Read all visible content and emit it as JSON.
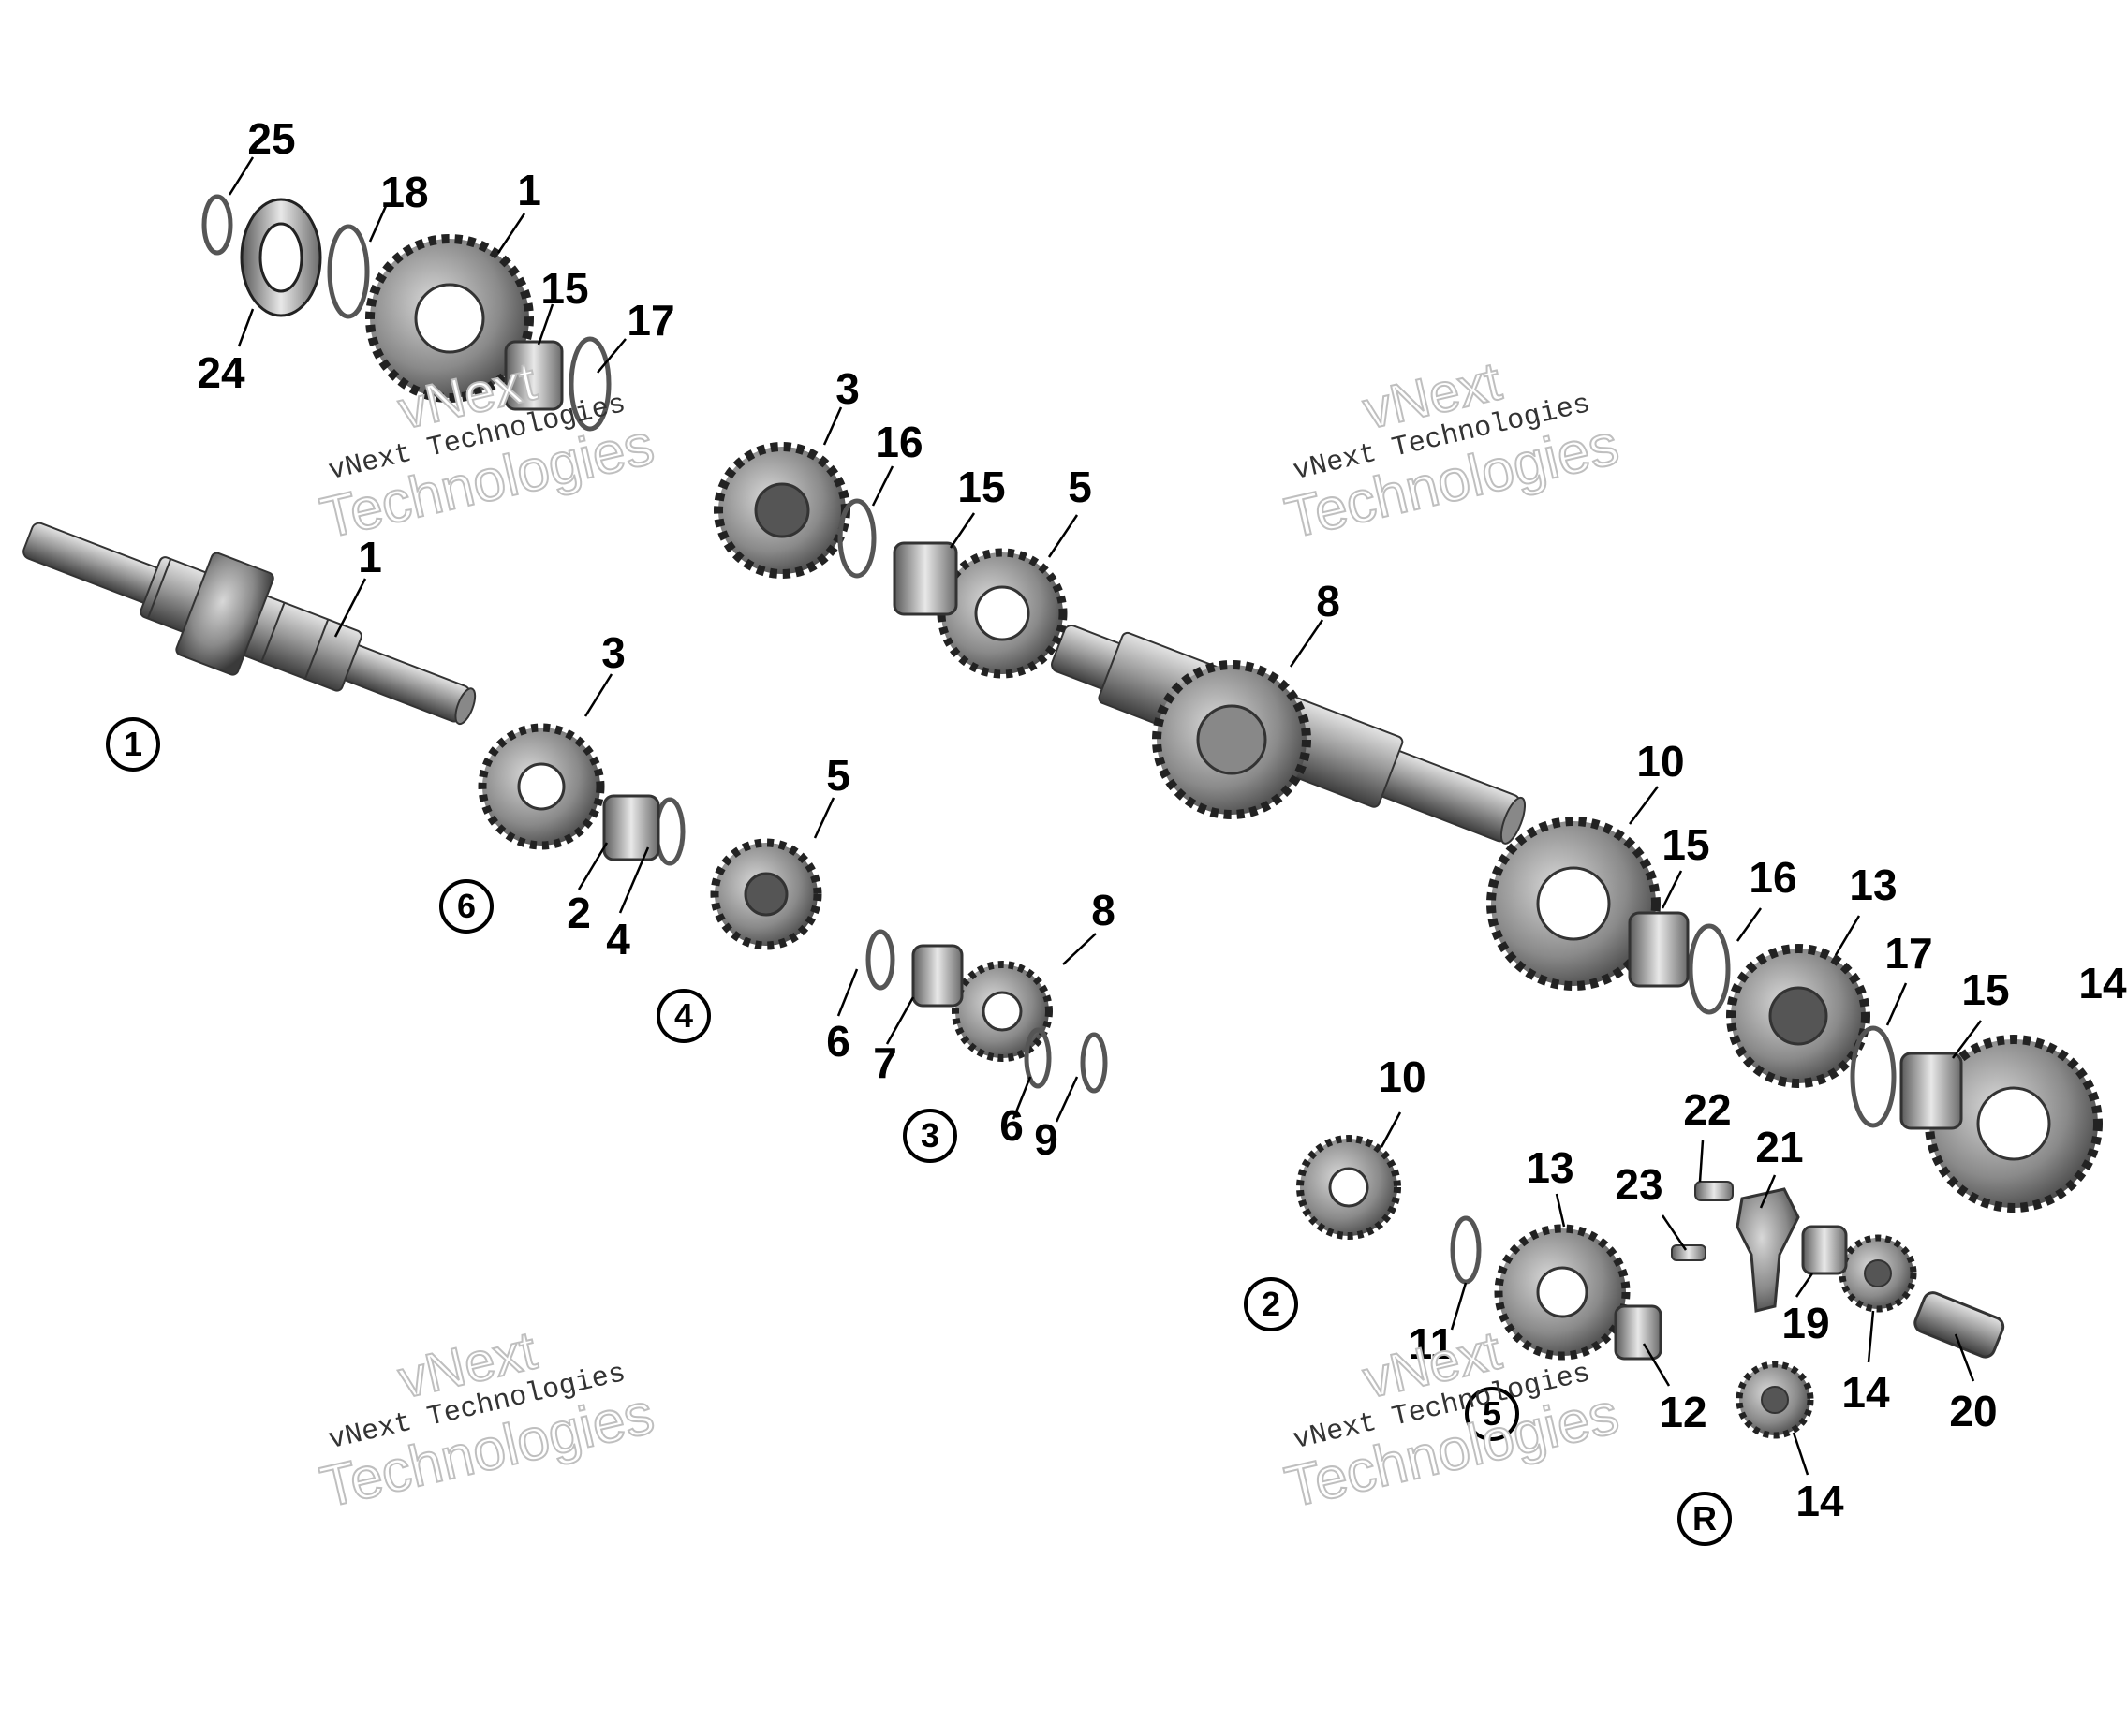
{
  "callouts": [
    "25",
    "18",
    "1",
    "15",
    "17",
    "24",
    "3",
    "16",
    "15",
    "5",
    "1",
    "8",
    "3",
    "5",
    "10",
    "15",
    "16",
    "13",
    "17",
    "15",
    "14",
    "2",
    "4",
    "8",
    "6",
    "7",
    "6",
    "9",
    "10",
    "22",
    "21",
    "23",
    "13",
    "11",
    "19",
    "14",
    "20",
    "12",
    "14"
  ],
  "gear_labels": [
    "1",
    "6",
    "4",
    "3",
    "2",
    "5",
    "R"
  ],
  "watermark": {
    "line1": "vNext Technologies",
    "line2": "vNext",
    "line3": "Technologies"
  },
  "colors": {
    "metal": "#9a9a9a",
    "metal_dark": "#4a4a4a",
    "highlight": "#d9d9d9",
    "accent": "#7a3a8a"
  }
}
